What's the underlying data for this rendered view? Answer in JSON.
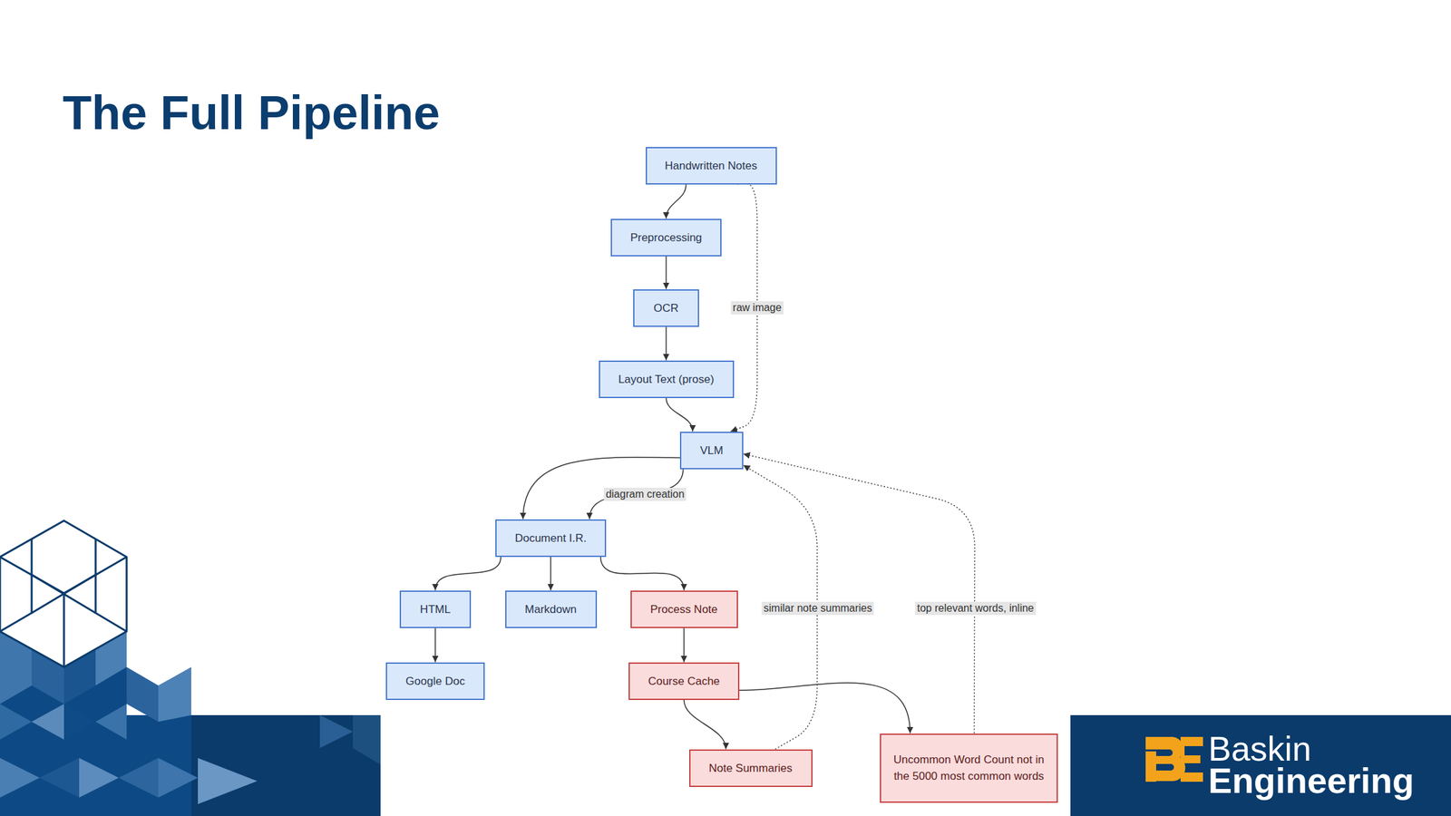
{
  "diagram": {
    "title": "The Full Pipeline",
    "nodes": [
      {
        "text": [
          "Handwritten Notes"
        ]
      },
      {
        "text": [
          "Preprocessing"
        ]
      },
      {
        "text": [
          "OCR"
        ]
      },
      {
        "text": [
          "Layout Text (prose)"
        ]
      },
      {
        "text": [
          "VLM"
        ]
      },
      {
        "text": [
          "Document I.R."
        ]
      },
      {
        "text": [
          "HTML"
        ]
      },
      {
        "text": [
          "Markdown"
        ]
      },
      {
        "text": [
          "Process Note"
        ]
      },
      {
        "text": [
          "Google Doc"
        ]
      },
      {
        "text": [
          "Course Cache"
        ]
      },
      {
        "text": [
          "Note Summaries"
        ]
      },
      {
        "text": [
          "Uncommon Word Count not in the 5000 most common words"
        ]
      }
    ],
    "edges": [
      {
        "from": 0,
        "to": 1,
        "arrow": "to"
      },
      {
        "from": 1,
        "to": 2,
        "arrow": "to"
      },
      {
        "from": 2,
        "to": 3,
        "arrow": "to"
      },
      {
        "from": 3,
        "to": 4,
        "arrow": "to"
      },
      {
        "from": 0,
        "to": 4,
        "label": "raw image",
        "arrow": "to"
      },
      {
        "from": 4,
        "to": 5,
        "arrow": "to"
      },
      {
        "from": 4,
        "to": 5,
        "label": "diagram creation",
        "arrow": "to"
      },
      {
        "from": 5,
        "to": 6,
        "arrow": "to"
      },
      {
        "from": 5,
        "to": 7,
        "arrow": "to"
      },
      {
        "from": 5,
        "to": 8,
        "arrow": "to"
      },
      {
        "from": 6,
        "to": 9,
        "arrow": "to"
      },
      {
        "from": 8,
        "to": 10,
        "arrow": "to"
      },
      {
        "from": 10,
        "to": 11,
        "arrow": "to"
      },
      {
        "from": 10,
        "to": 12,
        "arrow": "to"
      },
      {
        "from": 11,
        "to": 4,
        "label": "similar note summaries",
        "arrow": "to"
      },
      {
        "from": 12,
        "to": 4,
        "label": "top relevant words, inline",
        "arrow": "to"
      }
    ],
    "labels": [
      "Baskin",
      "Engineering"
    ]
  }
}
